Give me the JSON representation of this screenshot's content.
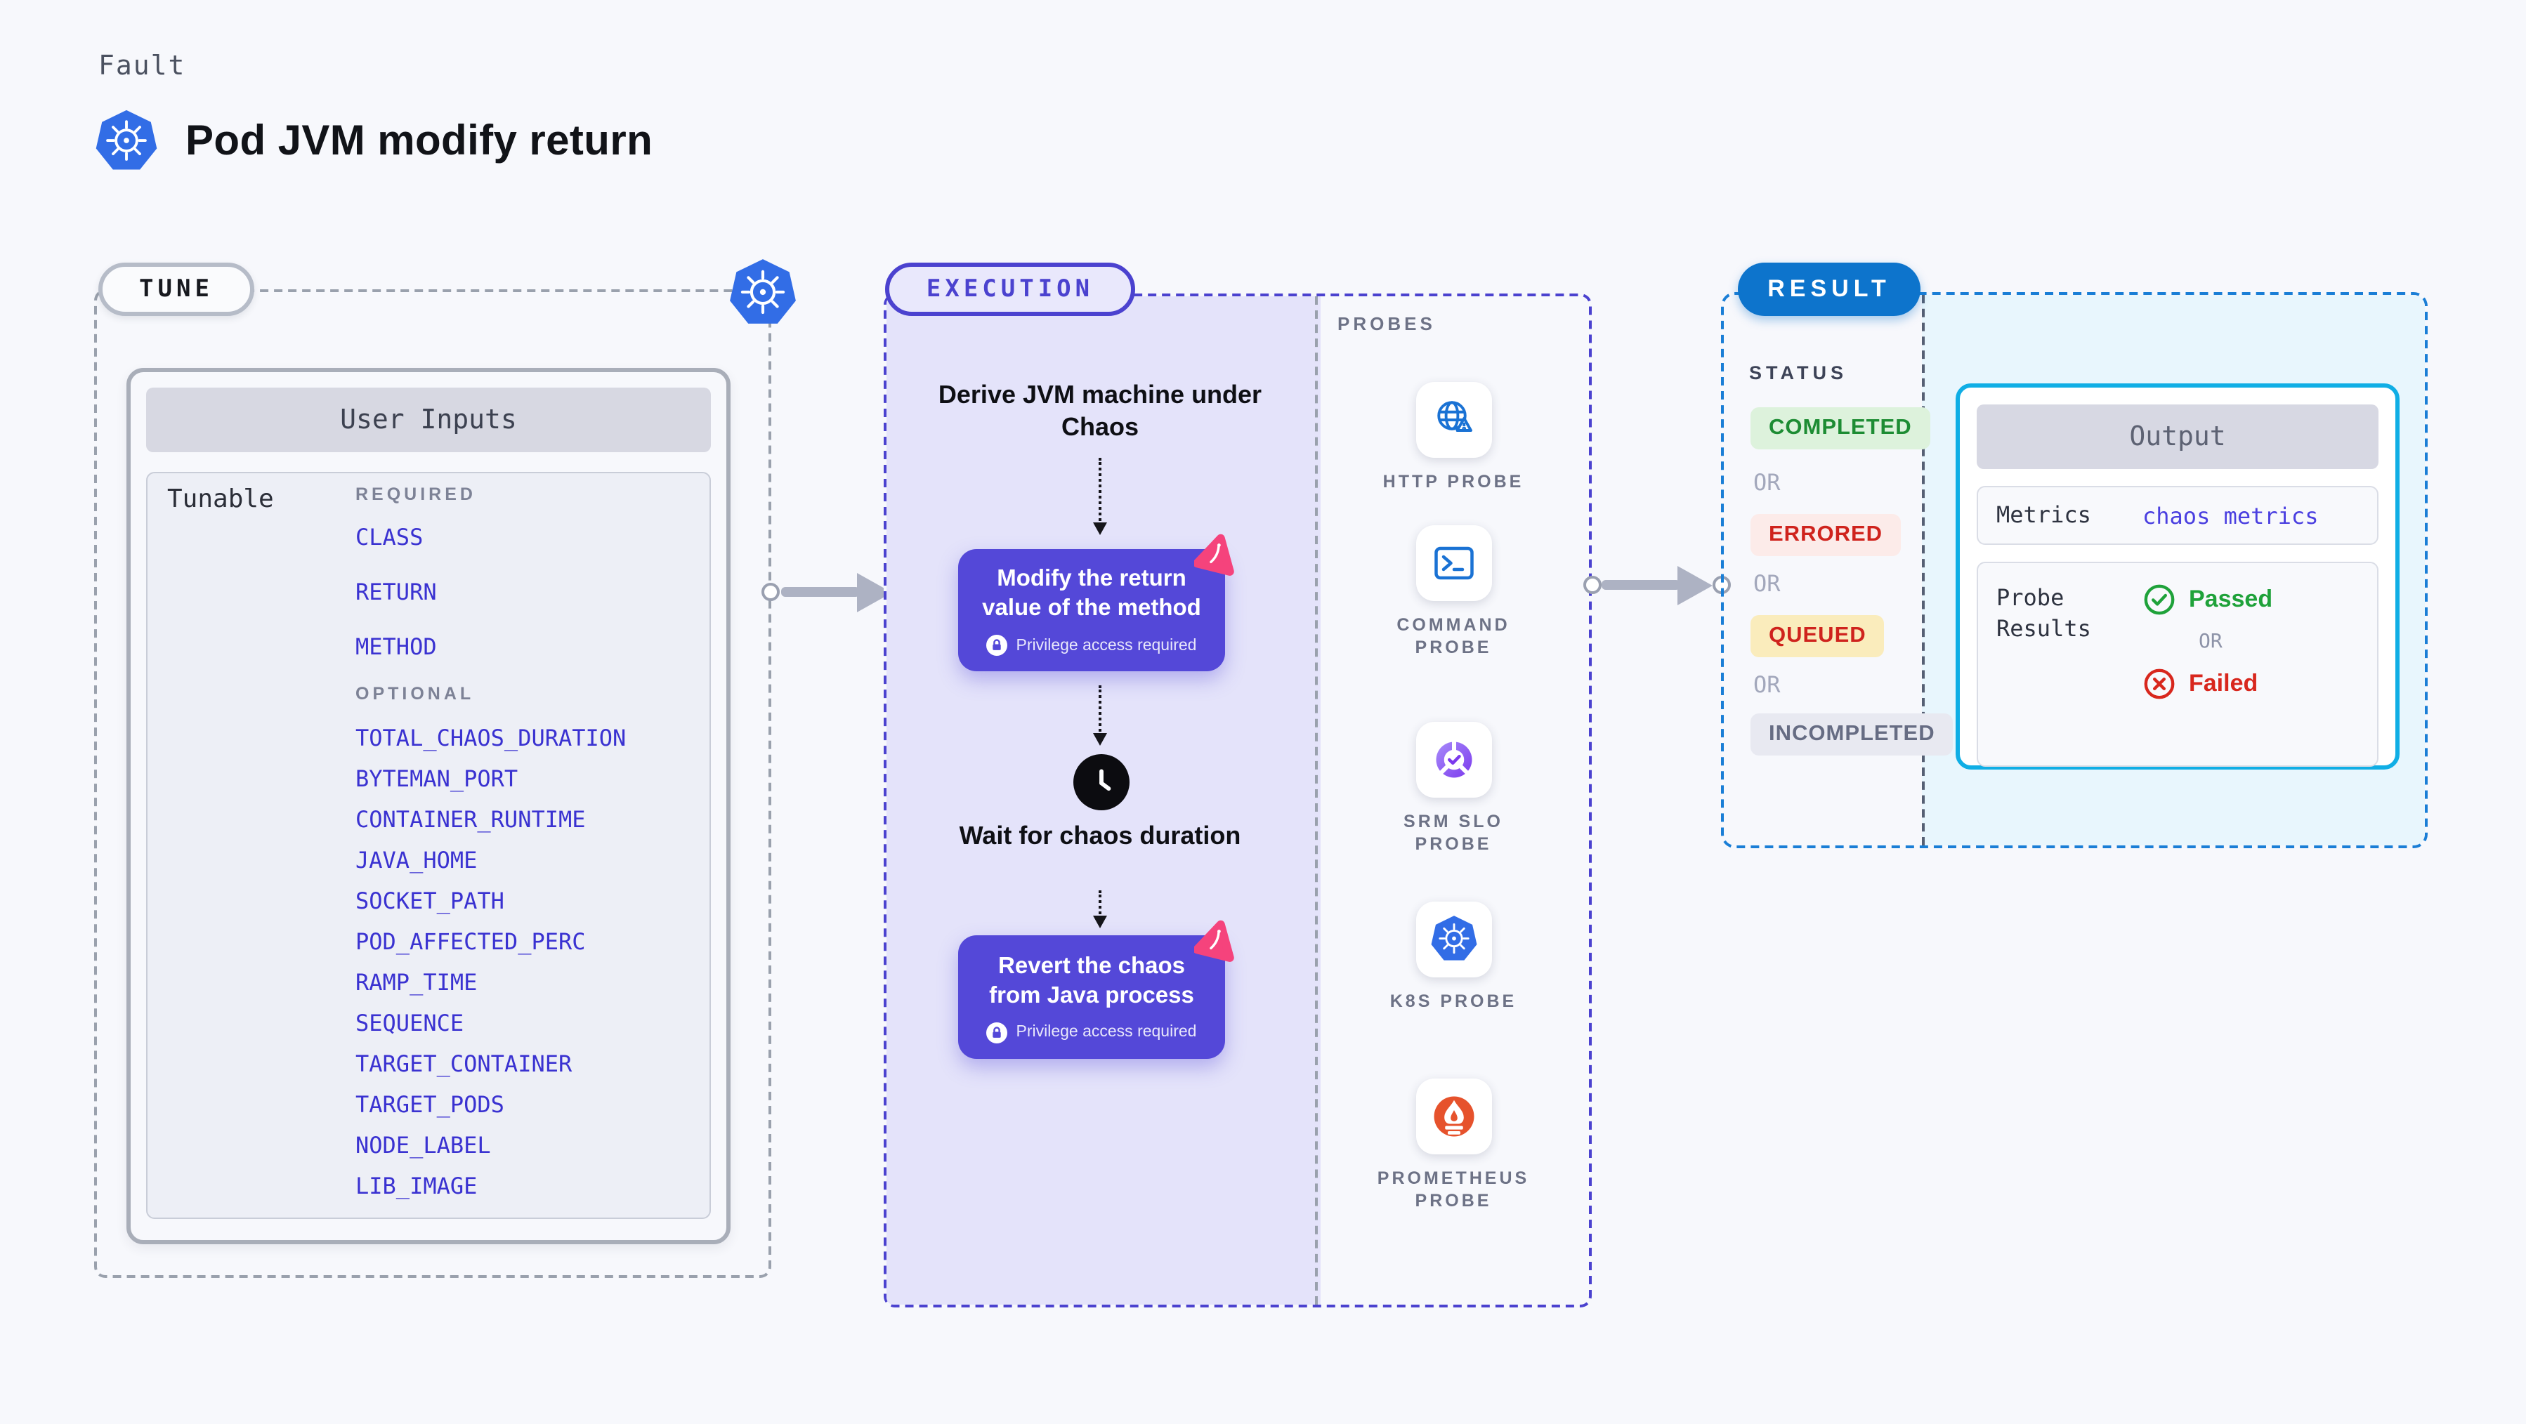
{
  "header": {
    "kicker": "Fault",
    "title": "Pod JVM modify return"
  },
  "tune": {
    "pill": "TUNE",
    "panel_title": "User Inputs",
    "row_label": "Tunable",
    "required_heading": "REQUIRED",
    "required_items": [
      "CLASS",
      "RETURN",
      "METHOD"
    ],
    "optional_heading": "OPTIONAL",
    "optional_items": [
      "TOTAL_CHAOS_DURATION",
      "BYTEMAN_PORT",
      "CONTAINER_RUNTIME",
      "JAVA_HOME",
      "SOCKET_PATH",
      "POD_AFFECTED_PERC",
      "RAMP_TIME",
      "SEQUENCE",
      "TARGET_CONTAINER",
      "TARGET_PODS",
      "NODE_LABEL",
      "LIB_IMAGE"
    ]
  },
  "execution": {
    "pill": "EXECUTION",
    "step_derive": "Derive JVM machine under Chaos",
    "action_modify": "Modify the return value of the method",
    "step_wait": "Wait for chaos duration",
    "action_revert": "Revert the chaos from Java process",
    "privilege_badge": "Privilege access required"
  },
  "probes": {
    "heading": "PROBES",
    "items": [
      {
        "name": "HTTP PROBE",
        "icon": "globe-alert-icon"
      },
      {
        "name": "COMMAND PROBE",
        "icon": "terminal-icon"
      },
      {
        "name": "SRM SLO PROBE",
        "icon": "slo-check-icon"
      },
      {
        "name": "K8S PROBE",
        "icon": "kubernetes-icon"
      },
      {
        "name": "PROMETHEUS PROBE",
        "icon": "prometheus-flame-icon"
      }
    ]
  },
  "result": {
    "pill": "RESULT",
    "status_heading": "STATUS",
    "or_label": "OR",
    "statuses": [
      {
        "label": "COMPLETED",
        "bg": "#ddf2dc",
        "color": "#1d8c33"
      },
      {
        "label": "ERRORED",
        "bg": "#fcebe9",
        "color": "#cf231d"
      },
      {
        "label": "QUEUED",
        "bg": "#faecbc",
        "color": "#cf231d"
      },
      {
        "label": "INCOMPLETED",
        "bg": "#e8e9f1",
        "color": "#666c83"
      }
    ],
    "output": {
      "title": "Output",
      "metrics_label": "Metrics",
      "metrics_value": "chaos metrics",
      "probe_results_label": "Probe Results",
      "passed_label": "Passed",
      "or_label": "OR",
      "failed_label": "Failed"
    }
  },
  "colors": {
    "page_bg": "#f7f8fc",
    "indigo_accent": "#4b42cf",
    "execution_bg": "#e4e3fa",
    "action_purple": "#5448d8",
    "litmus_pink": "#f5437c",
    "kubernetes_blue": "#326de6",
    "probe_icon_blue": "#1a72d4",
    "prometheus_orange": "#e6522c",
    "result_blue": "#0d74cc",
    "result_dash_blue": "#1a7ed6",
    "output_border_cyan": "#10aee5",
    "output_bg_cyan": "#e8f6fd",
    "link_indigo": "#3a32d1",
    "passed_green": "#1fa23a",
    "failed_red": "#d8271d",
    "arrow_gray": "#adb2c3"
  }
}
